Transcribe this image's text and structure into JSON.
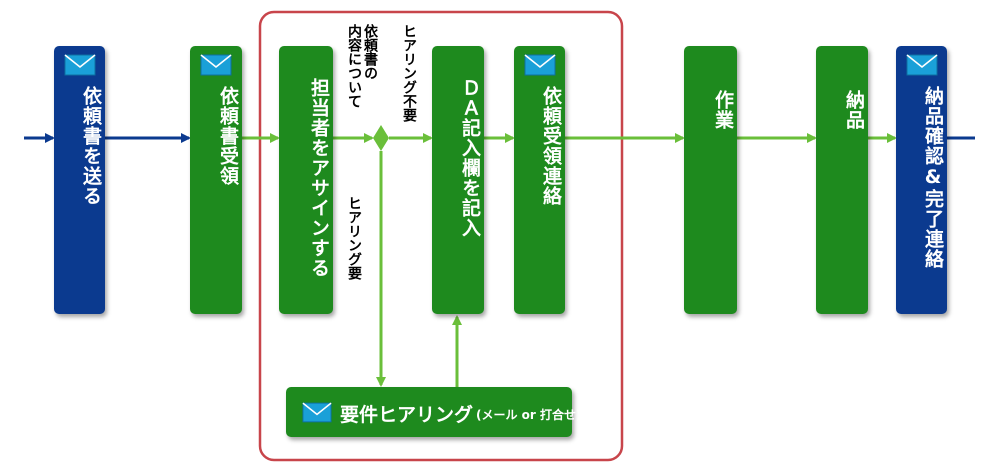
{
  "colors": {
    "blue": "#0b3a8f",
    "green": "#1e8a1e",
    "arrow_blue": "#0b3a8f",
    "arrow_green": "#6abf3a",
    "highlight": "#c8454b"
  },
  "steps": [
    {
      "id": "send",
      "label": "依頼書を送る",
      "color": "blue",
      "mail_icon": true
    },
    {
      "id": "receive",
      "label": "依頼書受領",
      "color": "green",
      "mail_icon": true
    },
    {
      "id": "assign",
      "label": "担当者をアサインする",
      "color": "green",
      "mail_icon": false
    },
    {
      "id": "da",
      "label": "ＤＡ記入欄を記入",
      "color": "green",
      "mail_icon": false
    },
    {
      "id": "notify",
      "label": "依頼受領連絡",
      "color": "green",
      "mail_icon": true
    },
    {
      "id": "work",
      "label": "作業",
      "color": "green",
      "mail_icon": false
    },
    {
      "id": "deliver",
      "label": "納品",
      "color": "green",
      "mail_icon": false
    },
    {
      "id": "confirm",
      "label": "納品確認&完了連絡",
      "color": "blue",
      "mail_icon": true
    }
  ],
  "hearing_box": {
    "main": "要件ヒアリング",
    "sub": "(メール or 打合せ)",
    "mail_icon": true
  },
  "labels": {
    "about_request": "依頼書の\n内容について",
    "no_hearing": "ヒアリング不要",
    "hearing_needed": "ヒアリング要"
  }
}
